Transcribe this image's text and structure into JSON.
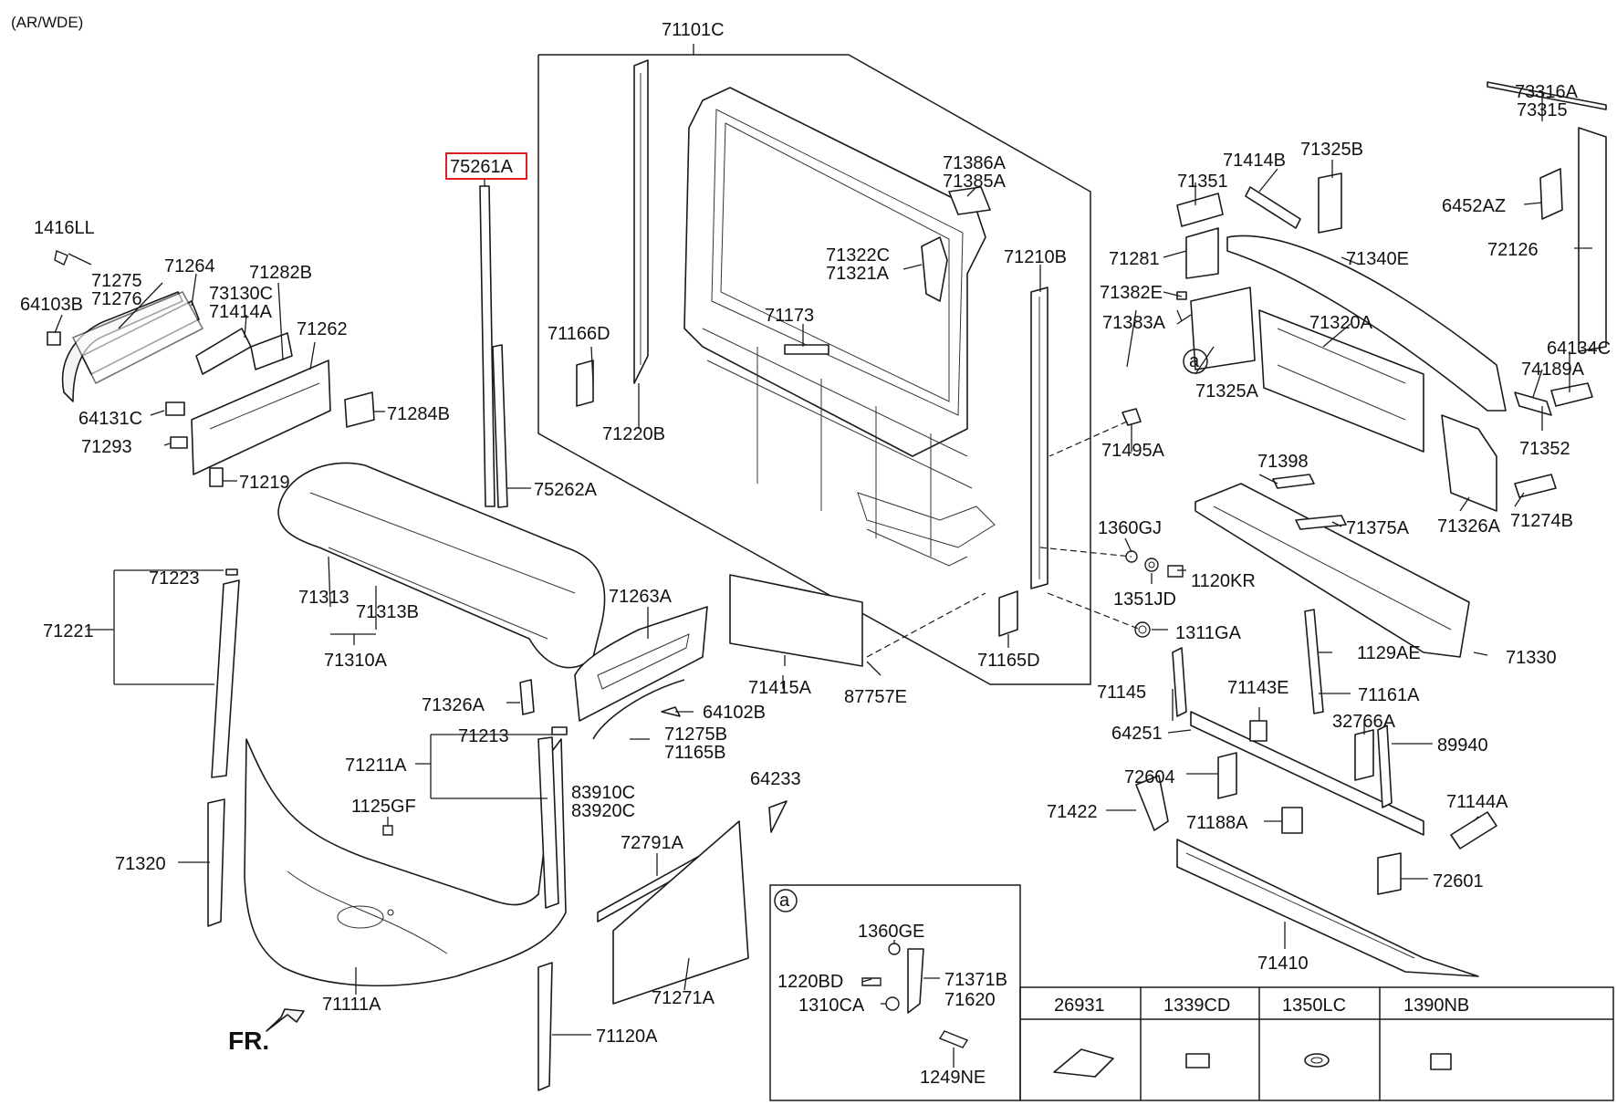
{
  "header": {
    "model": "(AR/WDE)"
  },
  "orientation": {
    "label": "FR."
  },
  "highlighted_part": "75261A",
  "inset_marker": "a",
  "parts": {
    "p1416LL": "1416LL",
    "p71275": "71275",
    "p71276": "71276",
    "p64103B": "64103B",
    "p71264": "71264",
    "p73130C": "73130C",
    "p71414A": "71414A",
    "p71282B": "71282B",
    "p71262": "71262",
    "p64131C": "64131C",
    "p71293": "71293",
    "p71284B": "71284B",
    "p71219": "71219",
    "p75261A": "75261A",
    "p75262A": "75262A",
    "p71101C": "71101C",
    "p71166D": "71166D",
    "p71220B": "71220B",
    "p71173": "71173",
    "p71322C": "71322C",
    "p71321A": "71321A",
    "p71386A": "71386A",
    "p71385A": "71385A",
    "p71210B": "71210B",
    "p71495A": "71495A",
    "p1360GJ": "1360GJ",
    "p1351JD": "1351JD",
    "p1120KR": "1120KR",
    "p1311GA": "1311GA",
    "p71165D": "71165D",
    "p87757E": "87757E",
    "p71415A": "71415A",
    "p71223": "71223",
    "p71221": "71221",
    "p71313": "71313",
    "p71313B": "71313B",
    "p71310A": "71310A",
    "p71263A": "71263A",
    "p71326A": "71326A",
    "p64102B": "64102B",
    "p71275B": "71275B",
    "p71165B": "71165B",
    "p71213": "71213",
    "p71211A": "71211A",
    "p1125GF": "1125GF",
    "p83910C": "83910C",
    "p83920C": "83920C",
    "p64233": "64233",
    "p71320": "71320",
    "p72791A": "72791A",
    "p71271A": "71271A",
    "p71111A": "71111A",
    "p71120A": "71120A",
    "p71351": "71351",
    "p71414B": "71414B",
    "p71325B": "71325B",
    "p71281": "71281",
    "p71340E": "71340E",
    "p71382E": "71382E",
    "p71383A": "71383A",
    "p71320A": "71320A",
    "p71325A": "71325A",
    "p73316A": "73316A",
    "p73315": "73315",
    "p6452AZ": "6452AZ",
    "p72126": "72126",
    "p64134C": "64134C",
    "p74189A": "74189A",
    "p71352": "71352",
    "p71398": "71398",
    "p71375A": "71375A",
    "p71326Ar": "71326A",
    "p71274B": "71274B",
    "p71330": "71330",
    "p1129AE": "1129AE",
    "p71145": "71145",
    "p71143E": "71143E",
    "p71161A": "71161A",
    "p64251": "64251",
    "p32766A": "32766A",
    "p89940": "89940",
    "p72604": "72604",
    "p71422": "71422",
    "p71188A": "71188A",
    "p71144A": "71144A",
    "p72601": "72601",
    "p71410": "71410"
  },
  "inset": {
    "p1360GE": "1360GE",
    "p1220BD": "1220BD",
    "p1310CA": "1310CA",
    "p71371B": "71371B",
    "p71620": "71620",
    "p1249NE": "1249NE"
  },
  "table": {
    "columns": [
      "26931",
      "1339CD",
      "1350LC",
      "1390NB"
    ]
  }
}
